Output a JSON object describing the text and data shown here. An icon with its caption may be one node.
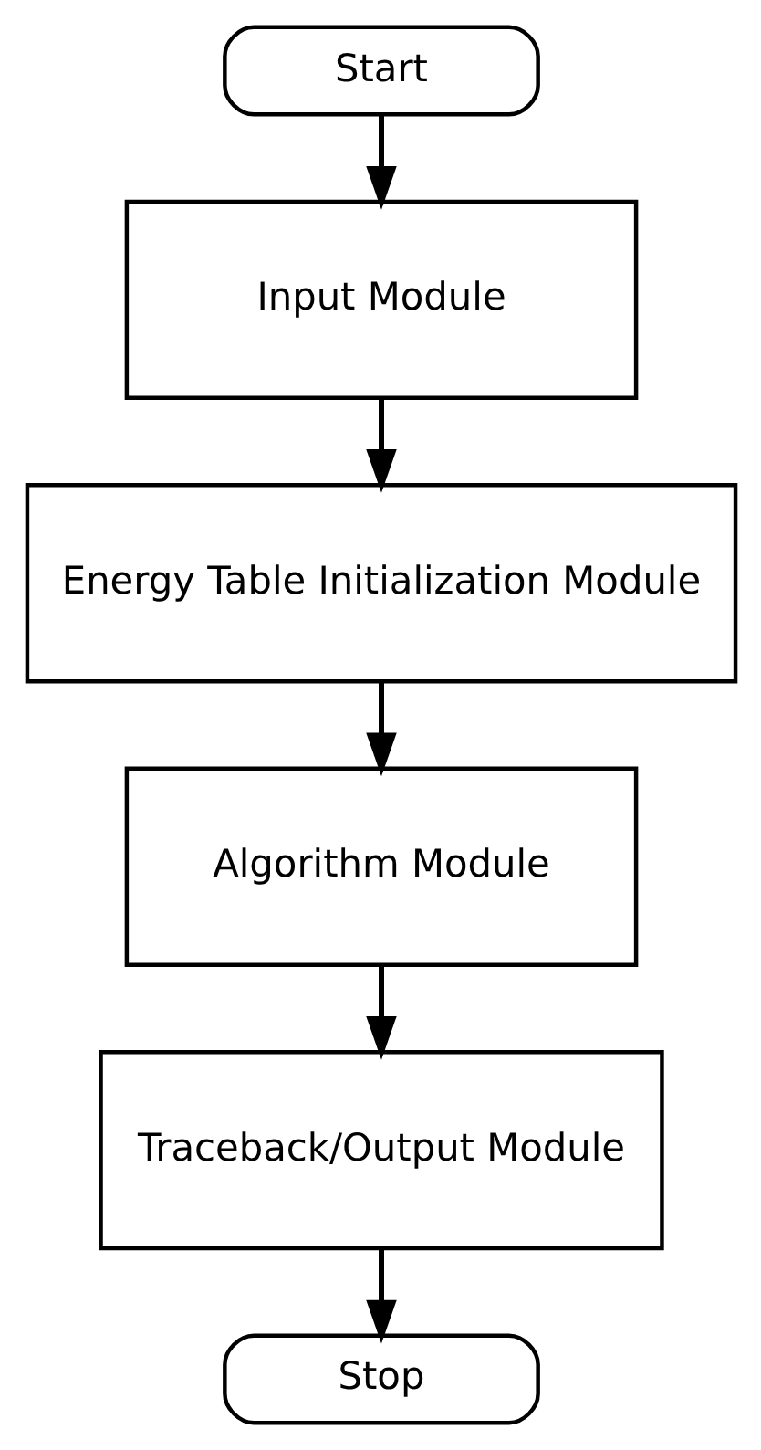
{
  "diagram": {
    "nodes": [
      {
        "text": [
          "Start"
        ]
      },
      {
        "text": [
          "Input Module"
        ]
      },
      {
        "text": [
          "Energy Table Initialization Module"
        ]
      },
      {
        "text": [
          "Algorithm Module"
        ]
      },
      {
        "text": [
          "Traceback/Output Module"
        ]
      },
      {
        "text": [
          "Stop"
        ]
      }
    ],
    "edges": [
      {
        "from": 0,
        "to": 1,
        "arrow": "to"
      },
      {
        "from": 1,
        "to": 2,
        "arrow": "to"
      },
      {
        "from": 2,
        "to": 3,
        "arrow": "to"
      },
      {
        "from": 3,
        "to": 4,
        "arrow": "to"
      },
      {
        "from": 4,
        "to": 5,
        "arrow": "to"
      }
    ]
  }
}
